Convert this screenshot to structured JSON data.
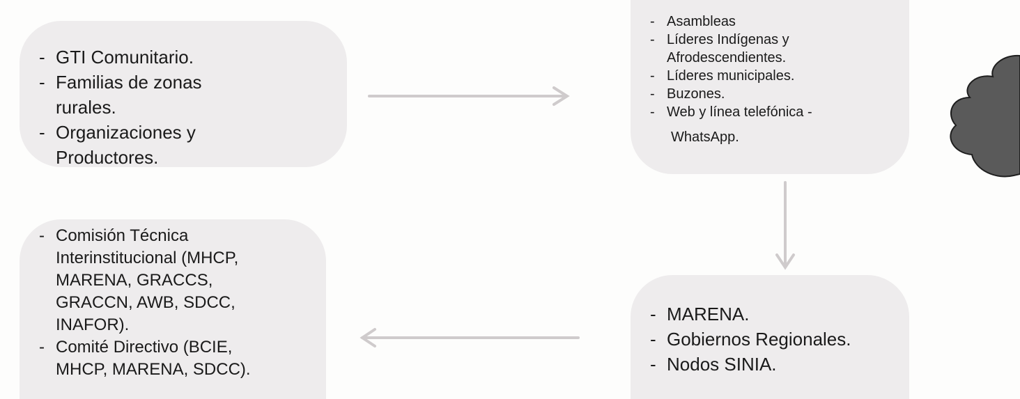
{
  "boxes": {
    "top_left": {
      "items": [
        [
          "GTI Comunitario."
        ],
        [
          "Familias de zonas",
          "rurales."
        ],
        [
          "Organizaciones y",
          "Productores."
        ]
      ]
    },
    "top_right": {
      "items": [
        [
          "Asambleas"
        ],
        [
          "Líderes Indígenas y",
          "Afrodescendientes."
        ],
        [
          "Líderes municipales."
        ],
        [
          "Buzones."
        ],
        [
          "Web y línea telefónica -"
        ]
      ],
      "continuation": "WhatsApp."
    },
    "bottom_left": {
      "items": [
        [
          "Comisión Técnica",
          "Interinstitucional (MHCP,",
          "MARENA, GRACCS,",
          "GRACCN, AWB, SDCC,",
          "INAFOR)."
        ],
        [
          "Comité Directivo (BCIE,",
          "MHCP, MARENA, SDCC)."
        ]
      ]
    },
    "bottom_right": {
      "items": [
        [
          "MARENA."
        ],
        [
          "Gobiernos Regionales."
        ],
        [
          "Nodos SINIA."
        ]
      ]
    }
  },
  "colors": {
    "box_fill": "#eeeced",
    "arrow": "#cfcbcc",
    "cloud": "#555555",
    "text": "#1a1a1a"
  }
}
